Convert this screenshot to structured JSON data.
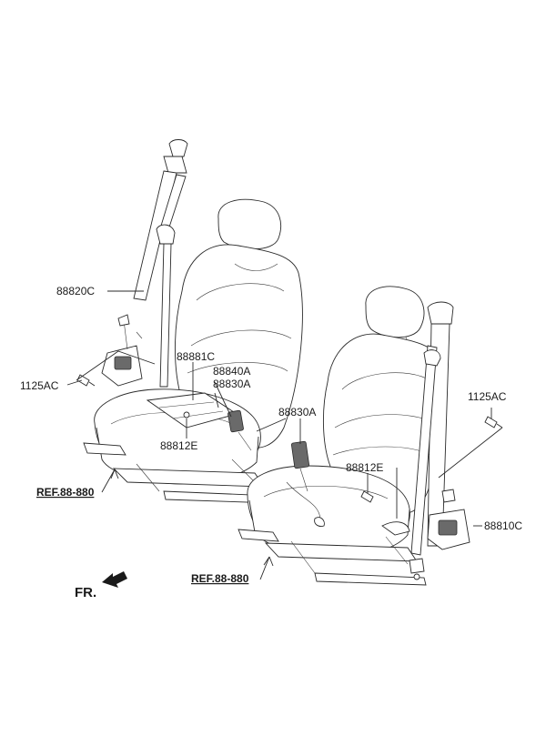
{
  "labels": {
    "left_belt": "88820C",
    "left_bolt": "1125AC",
    "pretensioner": "88881C",
    "buckle_bracket": "88840A",
    "buckle_left": "88830A",
    "buckle_right": "88830A",
    "bolt_left": "88812E",
    "bolt_right": "88812E",
    "right_bolt": "1125AC",
    "right_belt": "88810C"
  },
  "refs": {
    "left": "REF.88-880",
    "right": "REF.88-880"
  },
  "front": "FR."
}
